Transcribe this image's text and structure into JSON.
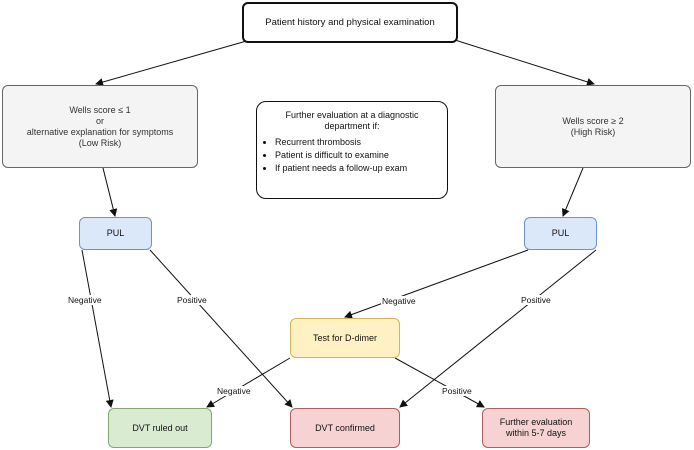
{
  "nodes": {
    "top": "Patient history and physical examination",
    "wells_low": [
      "Wells score ≤ 1",
      "or",
      "alternative explanation for symptoms",
      "(Low Risk)"
    ],
    "wells_high": [
      "Wells score ≥ 2",
      "(High Risk)"
    ],
    "note": {
      "title": [
        "Further evaluation at a diagnostic",
        "department if:"
      ],
      "items": [
        "Recurrent thrombosis",
        "Patient is difficult to examine",
        "If patient needs a follow-up exam"
      ]
    },
    "pul_left": "PUL",
    "pul_right": "PUL",
    "ddimer": "Test for D-dimer",
    "dvt_ruled_out": "DVT ruled out",
    "dvt_confirmed": "DVT confirmed",
    "further_eval": [
      "Further evaluation",
      "within 5-7 days"
    ]
  },
  "edge_labels": {
    "pul_left_negative": "Negative",
    "pul_left_positive": "Positive",
    "pul_right_negative": "Negative",
    "pul_right_positive": "Positive",
    "ddimer_negative": "Negative",
    "ddimer_positive": "Positive"
  },
  "colors": {
    "pul": "#dbe8f9",
    "ddimer": "#fff1c4",
    "ruled_out": "#d9ecd2",
    "confirmed": "#f7d2d2",
    "risk_box": "#f5f4f4"
  }
}
